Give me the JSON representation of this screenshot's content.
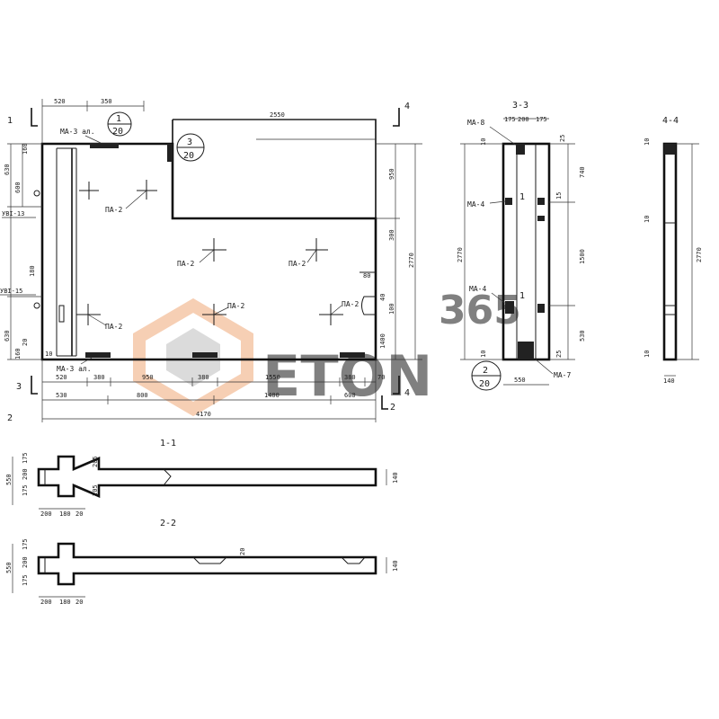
{
  "colors": {
    "ink": "#1a1a1a",
    "watermark_orange": "#f0a878",
    "watermark_grey": "#bfbfbf"
  },
  "watermark": {
    "top": "365",
    "bottom": "ETON"
  },
  "sections": {
    "s11": "1-1",
    "s22": "2-2",
    "s33": "3-3",
    "s44": "4-4"
  },
  "callouts": {
    "c1": {
      "num": "1",
      "den": "20"
    },
    "c3": {
      "num": "3",
      "den": "20"
    },
    "c2": {
      "num": "2",
      "den": "20"
    }
  },
  "cut_marks": {
    "one": "1",
    "two": "2",
    "three": "3",
    "four": "4"
  },
  "labels": {
    "ma3top": "МА-3 ал.",
    "ma3bot": "МА-3 ал.",
    "uvi13": "УВI-13",
    "uvi15": "УВI-15",
    "pa2": "ПА-2",
    "ma8": "МА-8",
    "ma4": "МА-4",
    "ma7": "МА-7"
  },
  "dims_top": {
    "d520": "520",
    "d350": "350",
    "d2550": "2550"
  },
  "dims_bottom_row1": [
    "520",
    "380",
    "950",
    "380",
    "1550",
    "380",
    "70"
  ],
  "dims_bottom_row2": [
    "530",
    "800",
    "1400",
    "600"
  ],
  "dims_bottom_total": "4170",
  "dims_left": {
    "d630": "630",
    "d600": "600",
    "d160": "160",
    "d180": "180",
    "d10": "10",
    "d20": "20"
  },
  "dims_right": {
    "d950": "950",
    "d2770": "2770",
    "d300": "300",
    "d80": "80",
    "d100": "100",
    "d1400": "1400",
    "d40": "40"
  },
  "dims_33": {
    "d175a": "175",
    "d200": "200",
    "d175b": "175",
    "d25a": "25",
    "d740": "740",
    "d15": "15",
    "d1500": "1500",
    "d530": "530",
    "d2770": "2770",
    "d550": "550",
    "d10": "10",
    "d25b": "25"
  },
  "dims_44": {
    "d10": "10",
    "d2770": "2770",
    "d140": "140"
  },
  "dims_sec11": {
    "d550": "550",
    "d175a": "175",
    "d200": "200",
    "d175b": "175",
    "d205a": "205",
    "d205b": "205",
    "d140": "140",
    "d200b": "200",
    "d180": "180",
    "d20": "20"
  },
  "dims_sec22": {
    "d550": "550",
    "d175a": "175",
    "d200": "200",
    "d175b": "175",
    "d140": "140",
    "d20": "20",
    "d200b": "200",
    "d180": "180",
    "d20b": "20"
  }
}
